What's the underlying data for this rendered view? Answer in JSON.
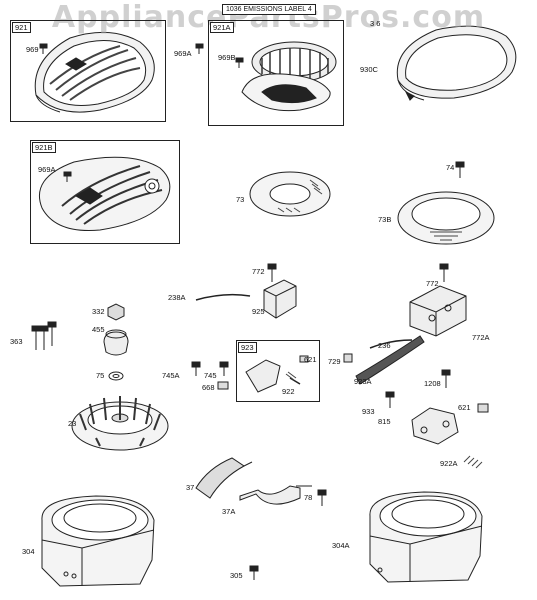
{
  "watermark": "AppliancePartsPros.com",
  "top_note": "1036 EMISSIONS LABEL 4",
  "boxes": {
    "b921": "921",
    "b921A": "921A",
    "b921B": "921B",
    "b923": "923"
  },
  "labels": {
    "l969": "969",
    "l969A": "969A",
    "l969B": "969B",
    "l916": "3 6",
    "l930C": "930C",
    "l969A2": "969A",
    "l74": "74",
    "l73": "73",
    "l73B": "73B",
    "l772a": "772",
    "l238A": "238A",
    "l925": "925",
    "l772b": "772",
    "l332": "332",
    "l455": "455",
    "l363": "363",
    "l75": "75",
    "l621a": "621",
    "l236": "236",
    "l772A": "772A",
    "l729": "729",
    "l923A": "923A",
    "l1208": "1208",
    "l745A": "745A",
    "l745": "745",
    "l668": "668",
    "l922": "922",
    "l933": "933",
    "l815": "815",
    "l621b": "621",
    "l23": "23",
    "l922A": "922A",
    "l37": "37",
    "l78": "78",
    "l37A": "37A",
    "l304": "304",
    "l304A": "304A",
    "l305": "305"
  }
}
